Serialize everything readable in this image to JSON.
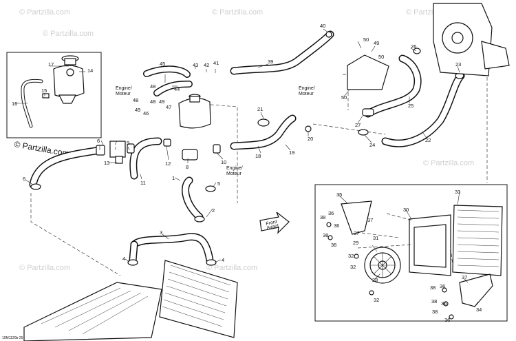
{
  "watermark": {
    "text": "© Partzilla.com",
    "main_text": "© Partzilla.com"
  },
  "labels": {
    "engine_moteur_1": [
      "Engine/",
      "Moteur"
    ],
    "engine_moteur_2": [
      "Engine/",
      "Moteur"
    ],
    "engine_moteur_3": [
      "Engine/",
      "Moteur"
    ],
    "front_avant": [
      "Front",
      "Avant"
    ]
  },
  "diagram_code": "10M1120b-25",
  "callouts": [
    "1",
    "2",
    "3",
    "4",
    "4",
    "5",
    "6",
    "6",
    "7",
    "8",
    "9",
    "10",
    "11",
    "12",
    "13",
    "14",
    "15",
    "16",
    "17",
    "18",
    "19",
    "20",
    "21",
    "22",
    "23",
    "24",
    "25",
    "26",
    "27",
    "28",
    "29",
    "30",
    "31",
    "32",
    "32",
    "33",
    "34",
    "35",
    "36",
    "36",
    "36",
    "37",
    "37",
    "38",
    "38",
    "38",
    "38",
    "39",
    "40",
    "41",
    "42",
    "43",
    "44",
    "45",
    "46",
    "47",
    "48",
    "48",
    "49",
    "50",
    "50",
    "50"
  ]
}
